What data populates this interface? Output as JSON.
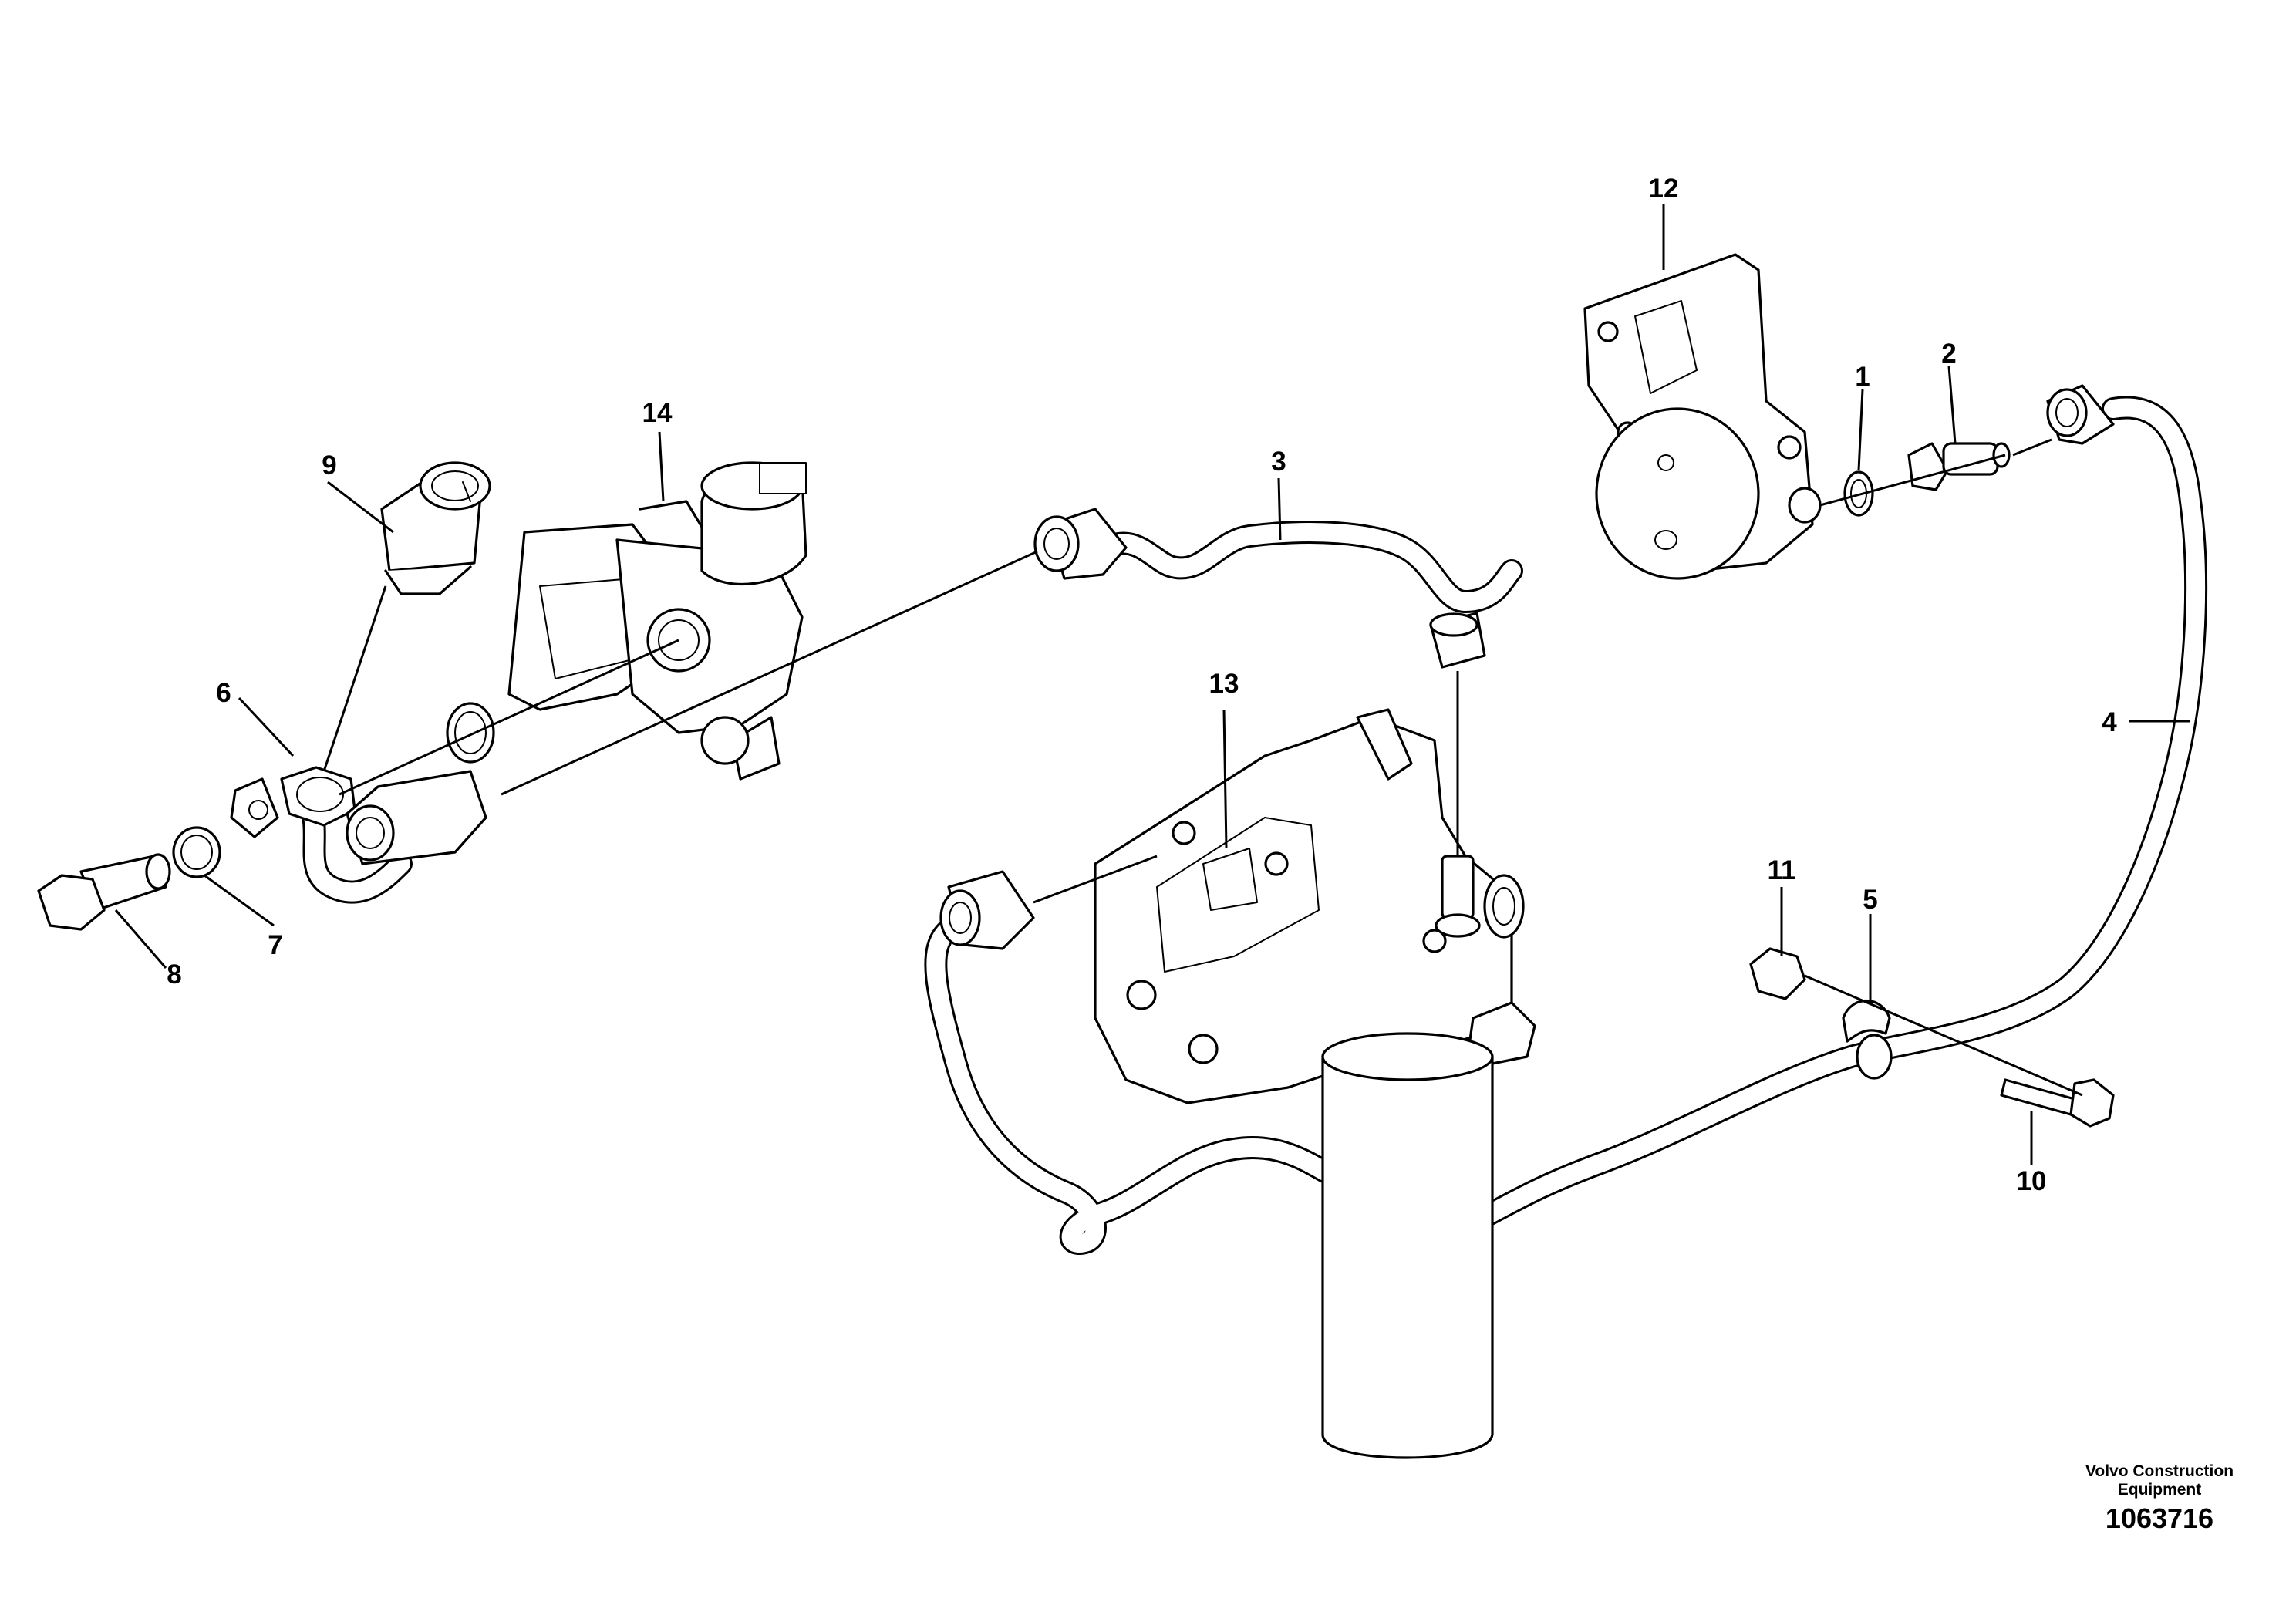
{
  "callouts": {
    "c1": "1",
    "c2": "2",
    "c3": "3",
    "c4": "4",
    "c5": "5",
    "c6": "6",
    "c7": "7",
    "c8": "8",
    "c9": "9",
    "c10": "10",
    "c11": "11",
    "c12": "12",
    "c13": "13",
    "c14": "14"
  },
  "footer": {
    "brand_line1": "Volvo Construction",
    "brand_line2": "Equipment",
    "drawing_number": "1063716"
  }
}
